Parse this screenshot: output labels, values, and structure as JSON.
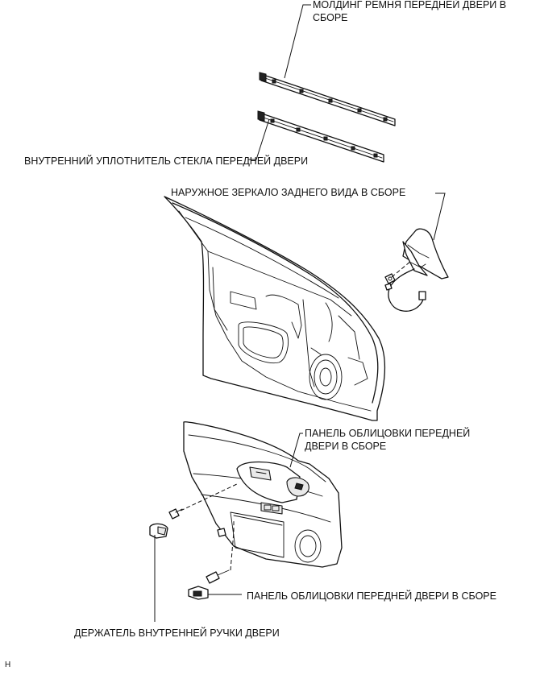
{
  "labels": {
    "belt_molding": [
      "МОЛДИНГ РЕМНЯ ПЕРЕДНЕЙ ДВЕРИ В",
      "СБОРЕ"
    ],
    "glass_inner_weatherstrip": "ВНУТРЕННИЙ УПЛОТНИТЕЛЬ СТЕКЛА ПЕРЕДНЕЙ ДВЕРИ",
    "outer_mirror": "НАРУЖНОЕ ЗЕРКАЛО ЗАДНЕГО ВИДА В СБОРЕ",
    "trim_panel": [
      "ПАНЕЛЬ ОБЛИЦОВКИ ПЕРЕДНЕЙ",
      "ДВЕРИ В СБОРЕ"
    ],
    "trim_panel_lower": "ПАНЕЛЬ ОБЛИЦОВКИ ПЕРЕДНЕЙ ДВЕРИ В СБОРЕ",
    "handle_bezel": "ДЕРЖАТЕЛЬ ВНУТРЕННЕЙ РУЧКИ ДВЕРИ"
  },
  "corner_mark": "H"
}
